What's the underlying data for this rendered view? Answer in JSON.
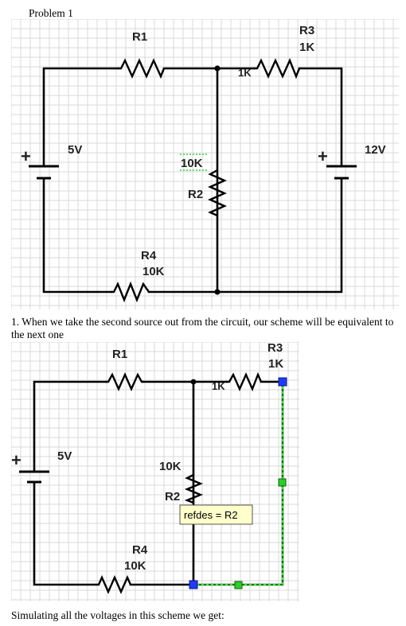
{
  "doc": {
    "problem_title": "Problem 1",
    "paragraph_1": "1. When we take the second source out from the circuit, our scheme will be equivalent to the next one",
    "paragraph_2": "Simulating all the voltages in this scheme we get:"
  },
  "schematic_1": {
    "r1": {
      "name": "R1"
    },
    "r3": {
      "name": "R3",
      "value": "1K",
      "overlap_text": "1K"
    },
    "r2": {
      "name": "R2",
      "value": "10K"
    },
    "r4": {
      "name": "R4",
      "value": "10K"
    },
    "source_left": {
      "value": "5V",
      "polarity": "+"
    },
    "source_right": {
      "value": "12V",
      "polarity": "+"
    }
  },
  "schematic_2": {
    "r1": {
      "name": "R1"
    },
    "r3": {
      "name": "R3",
      "value": "1K",
      "overlap_text": "1K"
    },
    "r2": {
      "name": "R2",
      "value": "10K"
    },
    "r4": {
      "name": "R4",
      "value": "10K"
    },
    "source_left": {
      "value": "5V",
      "polarity": "+"
    },
    "tooltip": "refdes = R2"
  },
  "colors": {
    "wire": "#000000",
    "selected_wire": "#2e9e2e",
    "selection_handle_blue": "#1f3cff",
    "selection_handle_green": "#27d027",
    "tooltip_bg": "#ffffcc",
    "grid": "#d9d9d9"
  }
}
